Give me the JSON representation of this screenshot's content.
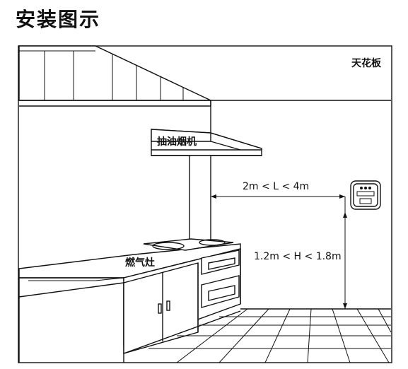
{
  "page": {
    "title": "安装图示"
  },
  "labels": {
    "ceiling": "天花板",
    "range_hood": "抽油烟机",
    "gas_stove": "燃气灶",
    "horizontal_distance": "2m < L < 4m",
    "vertical_height": "1.2m < H < 1.8m"
  },
  "icons": {
    "detector": "gas-detector-icon"
  },
  "colors": {
    "line": "#111111",
    "background": "#ffffff"
  }
}
